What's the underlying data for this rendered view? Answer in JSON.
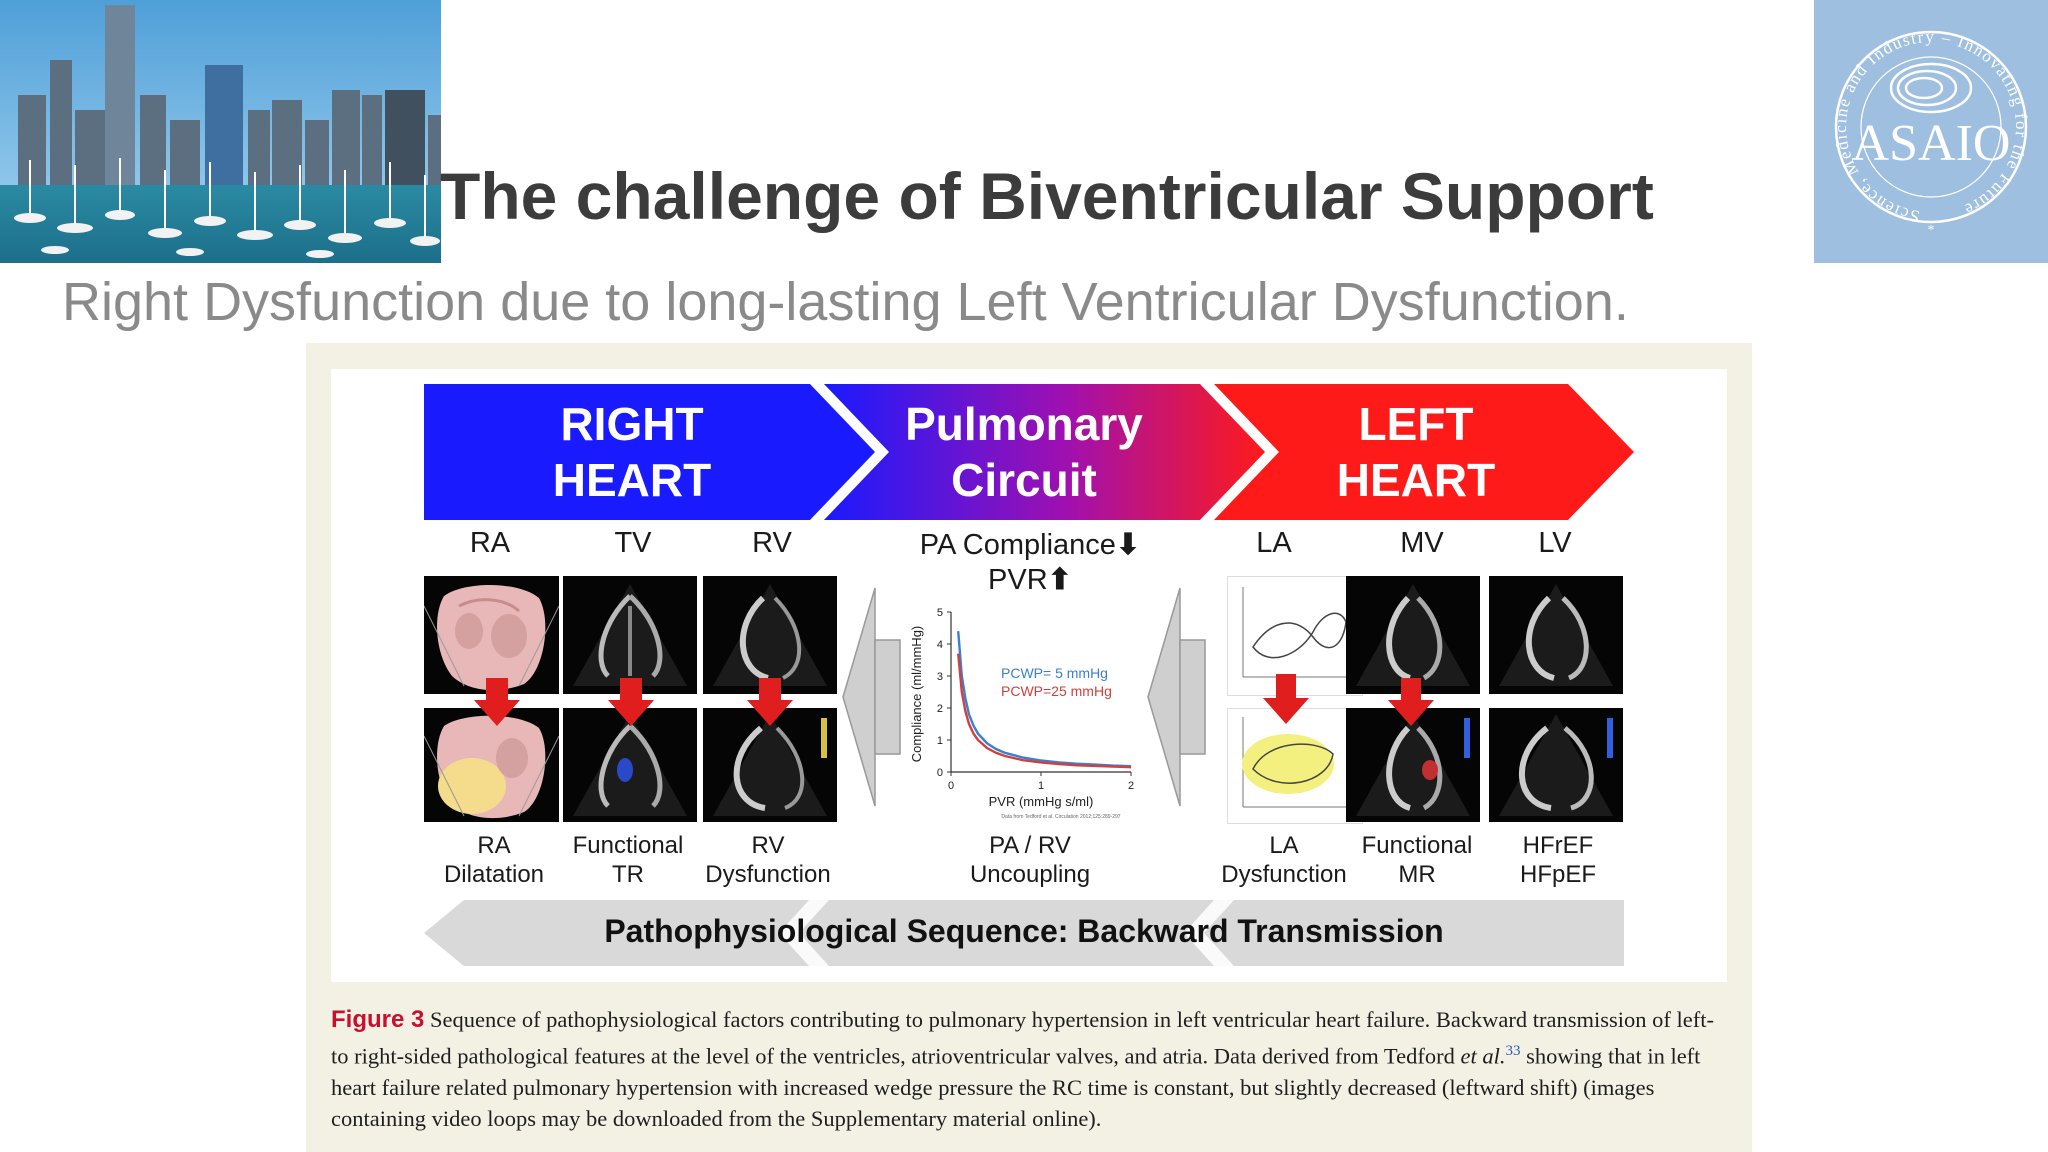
{
  "slide": {
    "title": "The challenge of Biventricular Support",
    "subtitle": "Right Dysfunction due to long-lasting Left Ventricular Dysfunction."
  },
  "logo": {
    "name": "ASAIO",
    "ring_text": "Science, Medicine and Industry – Innovating for the Future",
    "color": "#9fbfe0"
  },
  "banner": {
    "right": [
      "RIGHT",
      "HEART"
    ],
    "middle": [
      "Pulmonary",
      "Circuit"
    ],
    "left": [
      "LEFT",
      "HEART"
    ],
    "colors": {
      "blue": "#1a1aff",
      "red": "#ff1a1a"
    }
  },
  "top_labels": {
    "ra": "RA",
    "tv": "TV",
    "rv": "RV",
    "pa_compliance": "PA Compliance",
    "pvr": "PVR",
    "la": "LA",
    "mv": "MV",
    "lv": "LV"
  },
  "bottom_labels": {
    "ra": [
      "RA",
      "Dilatation"
    ],
    "tr": [
      "Functional",
      "TR"
    ],
    "rv": [
      "RV",
      "Dysfunction"
    ],
    "parv": [
      "PA / RV",
      "Uncoupling"
    ],
    "la": [
      "LA",
      "Dysfunction"
    ],
    "mr": [
      "Functional",
      "MR"
    ],
    "hf": [
      "HFrEF",
      "HFpEF"
    ]
  },
  "chart_data": {
    "type": "line",
    "xlabel": "PVR (mmHg s/ml)",
    "ylabel": "Compliance (ml/mmHg)",
    "xlim": [
      0,
      2
    ],
    "ylim": [
      0,
      5
    ],
    "x_ticks": [
      "0",
      "1",
      "2"
    ],
    "y_ticks": [
      "0",
      "1",
      "2",
      "3",
      "4",
      "5"
    ],
    "source_note": "Data from Tedford et al. Circulation 2012;125:289-297",
    "series": [
      {
        "name": "PCWP= 5 mmHg",
        "color": "#3b7fd0",
        "x": [
          0.08,
          0.12,
          0.16,
          0.2,
          0.25,
          0.3,
          0.4,
          0.5,
          0.6,
          0.8,
          1.0,
          1.2,
          1.4,
          1.6,
          1.8,
          2.0
        ],
        "y": [
          4.4,
          3.0,
          2.3,
          1.8,
          1.45,
          1.2,
          0.9,
          0.72,
          0.6,
          0.45,
          0.36,
          0.3,
          0.26,
          0.23,
          0.2,
          0.18
        ]
      },
      {
        "name": "PCWP=25 mmHg",
        "color": "#d04040",
        "x": [
          0.08,
          0.12,
          0.16,
          0.2,
          0.25,
          0.3,
          0.4,
          0.5,
          0.6,
          0.8,
          1.0,
          1.2,
          1.4,
          1.6,
          1.8,
          2.0
        ],
        "y": [
          3.7,
          2.5,
          1.9,
          1.5,
          1.2,
          1.0,
          0.75,
          0.6,
          0.5,
          0.37,
          0.3,
          0.25,
          0.21,
          0.19,
          0.17,
          0.15
        ]
      }
    ]
  },
  "backward": {
    "label": "Pathophysiological Sequence:  Backward Transmission"
  },
  "caption": {
    "figure_no": "Figure 3",
    "text_a": " Sequence of pathophysiological factors contributing to pulmonary hypertension in left ventricular heart failure. Backward transmission of left- to right-sided pathological features at the level of the ventricles, atrioventricular valves, and atria. Data derived from Tedford ",
    "et_al": "et al.",
    "ref": "33",
    "text_b": " showing that in left heart failure related pulmonary hypertension with increased wedge pressure the RC time is constant, but slightly decreased (leftward shift) (images containing video loops may be downloaded from the Supplementary material online)."
  }
}
